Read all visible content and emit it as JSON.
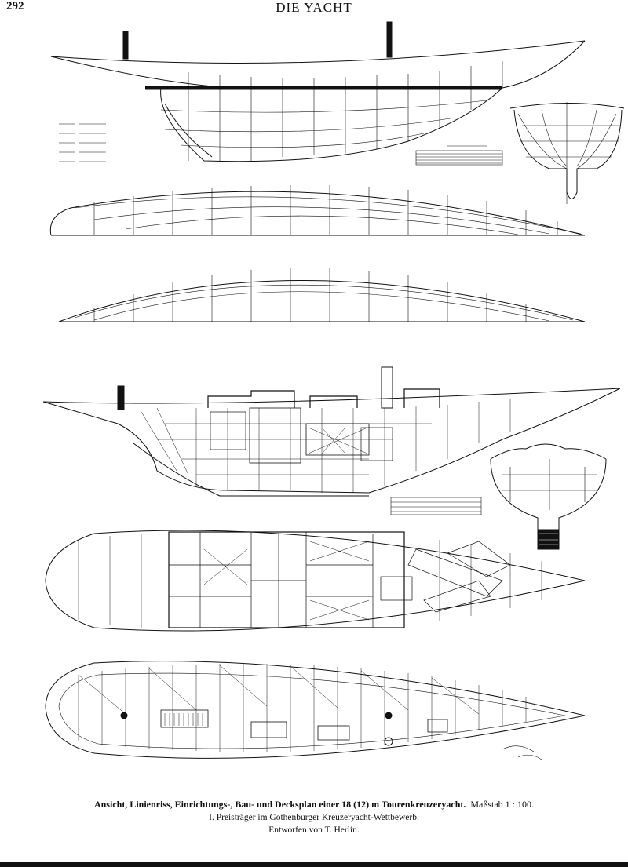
{
  "header": {
    "page_number": "292",
    "journal_title": "DIE YACHT"
  },
  "caption": {
    "line1": "Ansicht, Linienriss, Einrichtungs-, Bau- und Decksplan einer 18 (12) m Tourenkreuzeryacht.",
    "scale": "Maßstab 1 : 100.",
    "line2": "I. Preisträger im Gothenburger Kreuzeryacht-Wettbewerb.",
    "line3": "Entworfen von T. Herlin."
  },
  "colors": {
    "ink": "#111111",
    "paper": "#ffffff"
  }
}
